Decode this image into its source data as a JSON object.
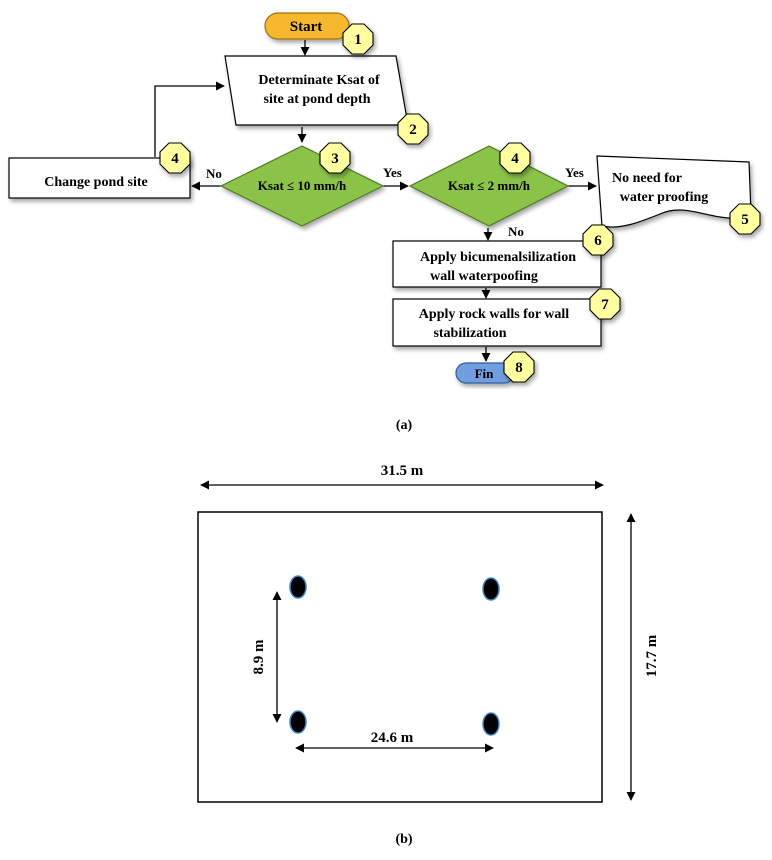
{
  "flowchart": {
    "start": "Start",
    "fin": "Fin",
    "step2": {
      "line1": "Determinate Ksat of",
      "line2": "site at pond depth"
    },
    "change_site": "Change pond site",
    "decision3": "Ksat ≤ 10 mm/h",
    "decision4": "Ksat ≤ 2 mm/h",
    "no_need": {
      "line1": "No need for",
      "line2": "water proofing"
    },
    "step6": {
      "line1": "Apply bicumenalsilization",
      "line2": "wall waterpoofing"
    },
    "step7": {
      "line1": "Apply rock walls for wall",
      "line2": "stabilization"
    },
    "labels": {
      "no_left": "No",
      "yes_mid": "Yes",
      "yes_right": "Yes",
      "no_down": "No"
    },
    "badges": {
      "b1": "1",
      "b2": "2",
      "b3": "3",
      "b4a": "4",
      "b4b": "4",
      "b5": "5",
      "b6": "6",
      "b7": "7",
      "b8": "8"
    },
    "colors": {
      "start": "#f5b82e",
      "fin": "#6f9ee0",
      "decision": "#8bc34a",
      "badge": "#ffffa0"
    }
  },
  "site_plan": {
    "width_label": "31.5 m",
    "height_label": "17.7 m",
    "spacing_v_label": "8.9 m",
    "spacing_h_label": "24.6 m"
  },
  "captions": {
    "a": "(a)",
    "b": "(b)"
  }
}
